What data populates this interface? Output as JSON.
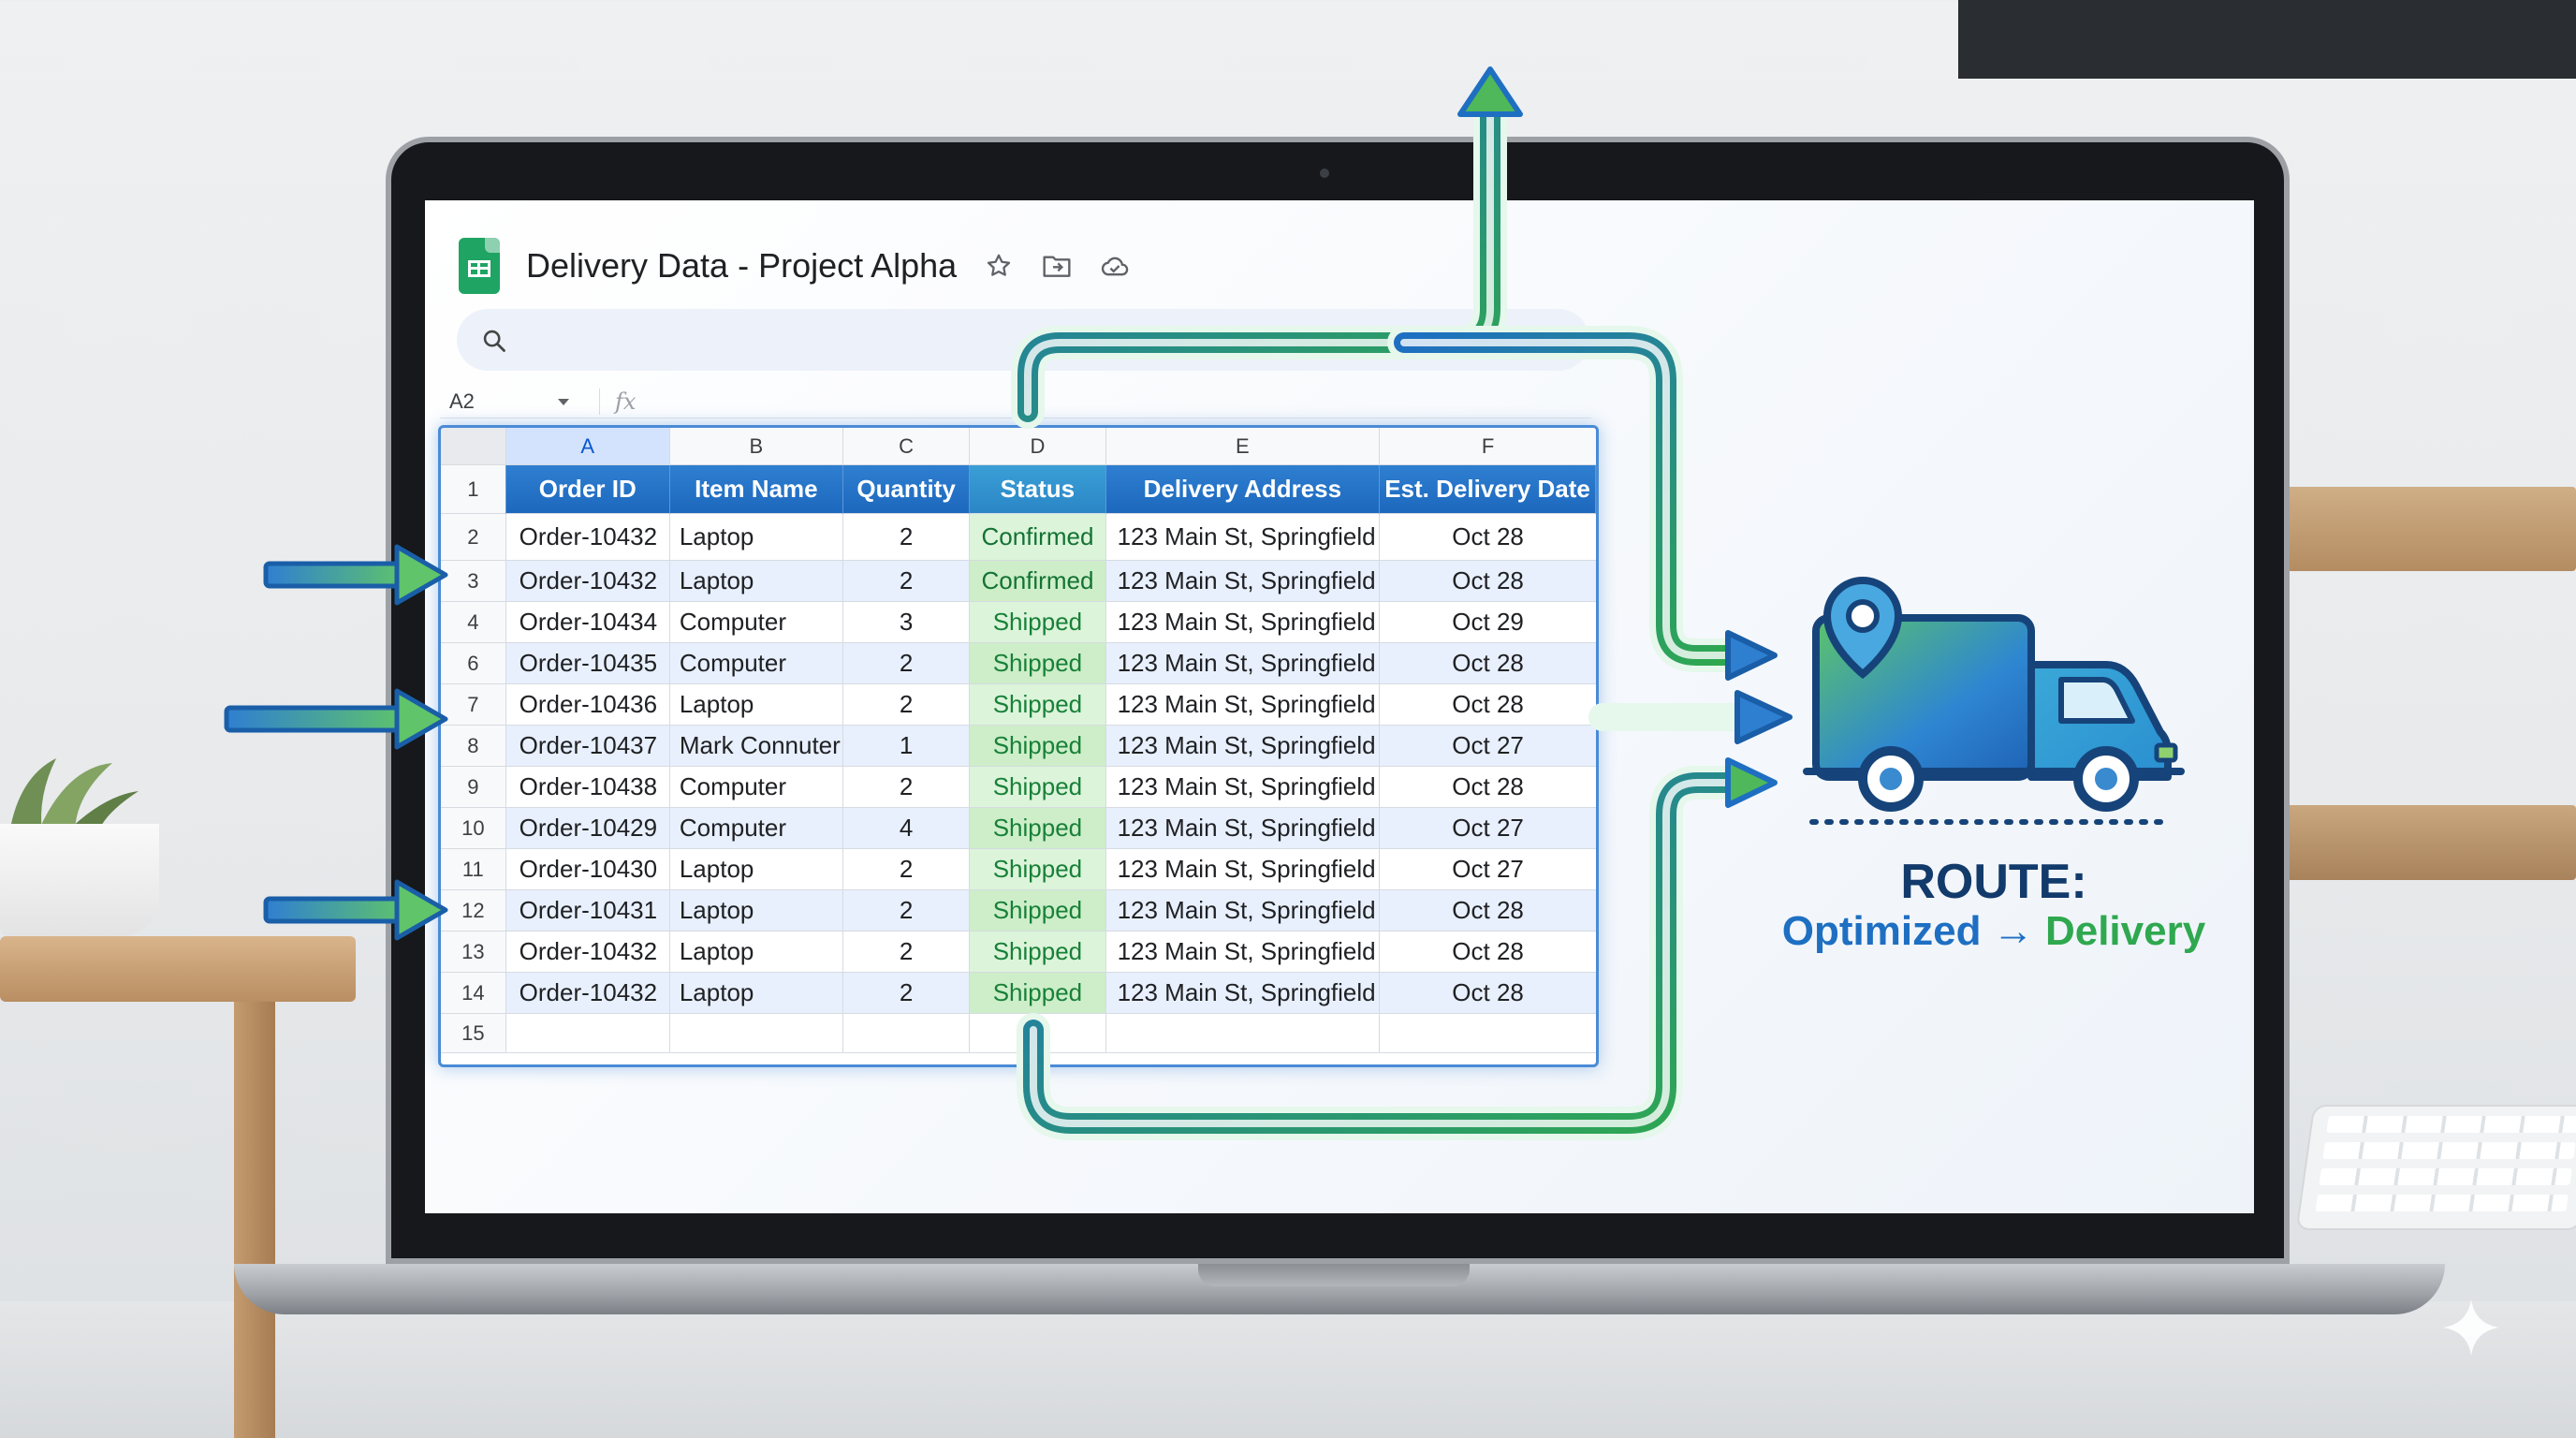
{
  "app": {
    "title": "Delivery Data - Project Alpha",
    "icons": [
      "sheets-logo-icon",
      "star-icon",
      "move-folder-icon",
      "cloud-status-icon",
      "search-icon"
    ]
  },
  "formula_bar": {
    "cell_ref": "A2",
    "fx_label": "fx"
  },
  "grid": {
    "columns": [
      "A",
      "B",
      "C",
      "D",
      "E",
      "F"
    ],
    "header_row_number": "1",
    "headers": [
      "Order ID",
      "Item Name",
      "Quantity",
      "Status",
      "Delivery Address",
      "Est. Delivery Date"
    ],
    "rows": [
      {
        "n": "2",
        "cells": [
          "Order-10432",
          "Laptop",
          "2",
          "Confirmed",
          "123 Main St, Springfield",
          "Oct 28"
        ]
      },
      {
        "n": "3",
        "cells": [
          "Order-10432",
          "Laptop",
          "2",
          "Confirmed",
          "123 Main St, Springfield",
          "Oct 28"
        ]
      },
      {
        "n": "4",
        "cells": [
          "Order-10434",
          "Computer",
          "3",
          "Shipped",
          "123 Main St, Springfield",
          "Oct 29"
        ]
      },
      {
        "n": "6",
        "cells": [
          "Order-10435",
          "Computer",
          "2",
          "Shipped",
          "123 Main St, Springfield",
          "Oct 28"
        ]
      },
      {
        "n": "7",
        "cells": [
          "Order-10436",
          "Laptop",
          "2",
          "Shipped",
          "123 Main St, Springfield",
          "Oct 28"
        ]
      },
      {
        "n": "8",
        "cells": [
          "Order-10437",
          "Mark Connuter",
          "1",
          "Shipped",
          "123 Main St, Springfield",
          "Oct 27"
        ]
      },
      {
        "n": "9",
        "cells": [
          "Order-10438",
          "Computer",
          "2",
          "Shipped",
          "123 Main St, Springfield",
          "Oct 28"
        ]
      },
      {
        "n": "10",
        "cells": [
          "Order-10429",
          "Computer",
          "4",
          "Shipped",
          "123 Main St, Springfield",
          "Oct 27"
        ]
      },
      {
        "n": "11",
        "cells": [
          "Order-10430",
          "Laptop",
          "2",
          "Shipped",
          "123 Main St, Springfield",
          "Oct 27"
        ]
      },
      {
        "n": "12",
        "cells": [
          "Order-10431",
          "Laptop",
          "2",
          "Shipped",
          "123 Main St, Springfield",
          "Oct 28"
        ]
      },
      {
        "n": "13",
        "cells": [
          "Order-10432",
          "Laptop",
          "2",
          "Shipped",
          "123 Main St, Springfield",
          "Oct 28"
        ]
      },
      {
        "n": "14",
        "cells": [
          "Order-10432",
          "Laptop",
          "2",
          "Shipped",
          "123 Main St, Springfield",
          "Oct 28"
        ]
      }
    ],
    "empty_row_number": "15"
  },
  "route": {
    "title": "ROUTE:",
    "optimized": "Optimized",
    "arrow": "→",
    "delivery": "Delivery"
  },
  "colors": {
    "blue_accent": "#1e6fc2",
    "green_accent": "#2fa84f",
    "header_blue": "#1c68bd",
    "shipped_green": "#188038"
  }
}
